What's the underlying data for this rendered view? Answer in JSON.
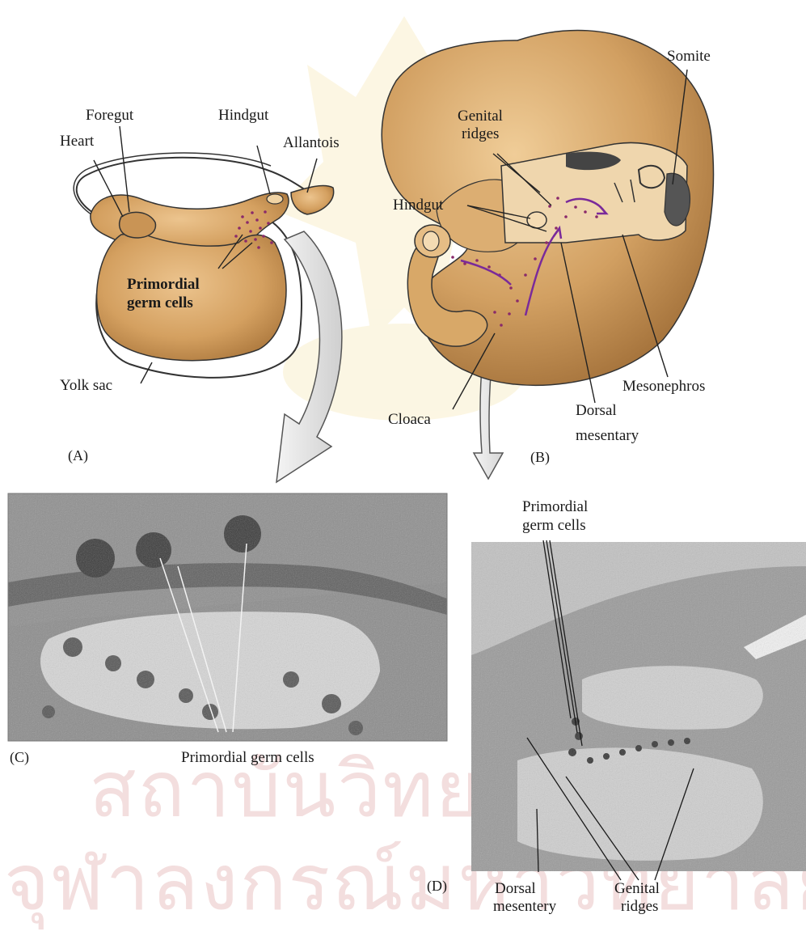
{
  "panels": {
    "a": {
      "letter": "(A)",
      "labels": {
        "foregut": "Foregut",
        "hindgut": "Hindgut",
        "heart": "Heart",
        "allantois": "Allantois",
        "pgc_line1": "Primordial",
        "pgc_line2": "germ cells",
        "yolk_sac": "Yolk sac"
      }
    },
    "b": {
      "letter": "(B)",
      "labels": {
        "somite": "Somite",
        "genital_line1": "Genital",
        "genital_line2": "ridges",
        "hindgut": "Hindgut",
        "mesonephros": "Mesonephros",
        "cloaca": "Cloaca",
        "dorsal_line1": "Dorsal",
        "dorsal_line2": "mesentary"
      }
    },
    "c": {
      "letter": "(C)",
      "caption": "Primordial germ cells"
    },
    "d": {
      "letter": "(D)",
      "labels": {
        "pgc_line1": "Primordial",
        "pgc_line2": "germ cells",
        "dorsal_line1": "Dorsal",
        "dorsal_line2": "mesentery",
        "genital_line1": "Genital",
        "genital_line2": "ridges"
      }
    }
  },
  "watermark": {
    "line1": "สถาบันวิทยบริการ",
    "line2": "จุฬาลงกรณ์มหาวิทยาลัย"
  },
  "colors": {
    "embryo_tan": "#d4a060",
    "embryo_shadow": "#a8743a",
    "cell_dots": "#8a2a6a",
    "migration_arrows": "#7a2a9a",
    "micrograph_gray": "#8c8c8c"
  }
}
